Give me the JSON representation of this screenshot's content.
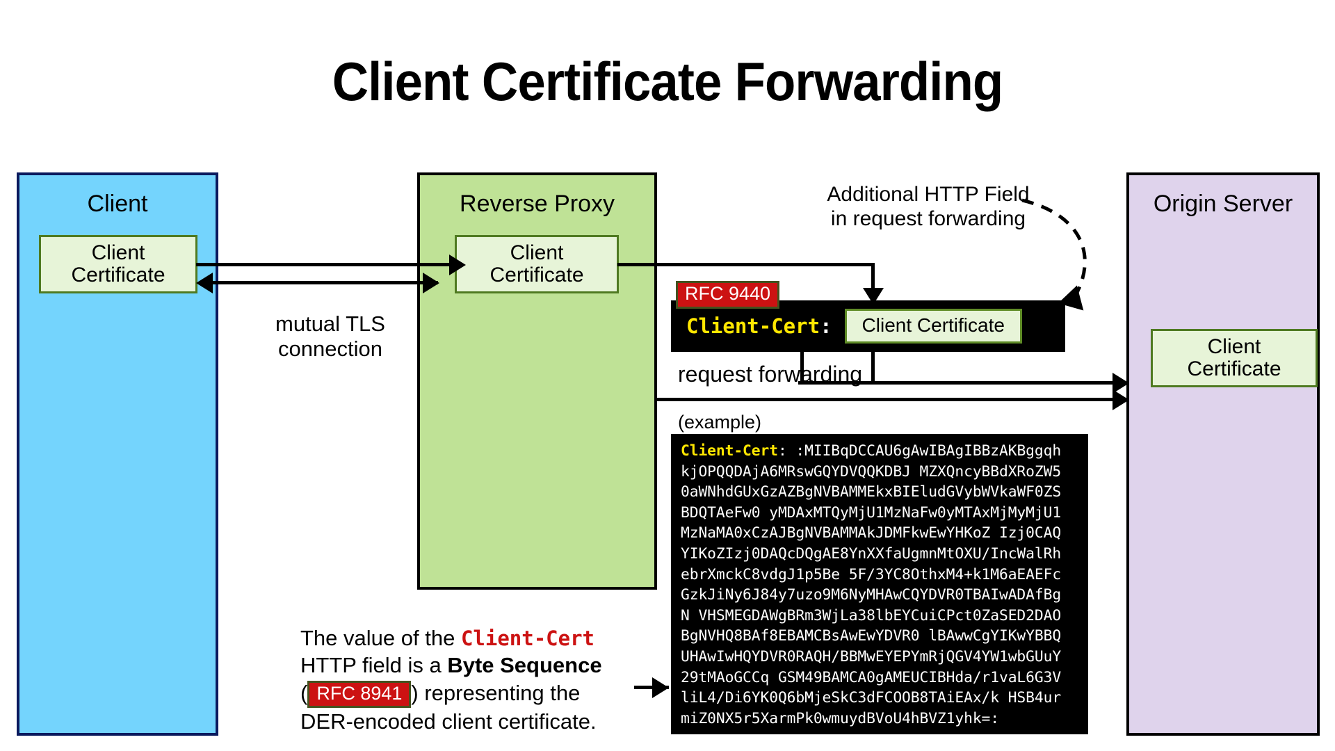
{
  "title": "Client Certificate Forwarding",
  "actors": {
    "client": {
      "title": "Client",
      "cert_label": "Client\nCertificate",
      "fill": "#74D4FD",
      "border": "#0B1A5E"
    },
    "proxy": {
      "title": "Reverse Proxy",
      "cert_label": "Client\nCertificate",
      "fill": "#BFE296",
      "border": "#000000"
    },
    "origin": {
      "title": "Origin Server",
      "cert_label": "Client\nCertificate",
      "fill": "#DFD3EC",
      "border": "#000000"
    }
  },
  "labels": {
    "mutual_tls": "mutual TLS\nconnection",
    "request_forwarding": "request forwarding",
    "example": "(example)",
    "additional_field": "Additional HTTP Field\nin request forwarding"
  },
  "header_box": {
    "rfc_badge": "RFC 9440",
    "field_name": "Client-Cert",
    "colon": ":",
    "value_chip": "Client Certificate",
    "field_name_color": "#FFE600",
    "background": "#000000"
  },
  "example_block": {
    "field_name": "Client-Cert",
    "colon": ":",
    "lines": [
      " :MIIBqDCCAU6gAwIBAgIBBzAKBggqh",
      "kjOPQQDAjA6MRswGQYDVQQKDBJ MZXQncyBBdXRoZW5",
      "0aWNhdGUxGzAZBgNVBAMMEkxBIEludGVybWVkaWF0ZS",
      "BDQTAeFw0 yMDAxMTQyMjU1MzNaFw0yMTAxMjMyMjU1",
      "MzNaMA0xCzAJBgNVBAMMAkJDMFkwEwYHKoZ Izj0CAQ",
      "YIKoZIzj0DAQcDQgAE8YnXXfaUgmnMtOXU/IncWalRh",
      "ebrXmckC8vdgJ1p5Be 5F/3YC8OthxM4+k1M6aEAEFc",
      "GzkJiNy6J84y7uzo9M6NyMHAwCQYDVR0TBAIwADAfBg",
      "N VHSMEGDAWgBRm3WjLa38lbEYCuiCPct0ZaSED2DAO",
      "BgNVHQ8BAf8EBAMCBsAwEwYDVR0 lBAwwCgYIKwYBBQ",
      "UHAwIwHQYDVR0RAQH/BBMwEYEPYmRjQGV4YW1wbGUuY",
      "29tMAoGCCq GSM49BAMCA0gAMEUCIBHda/r1vaL6G3V",
      "liL4/Di6YK0Q6bMjeSkC3dFCOOB8TAiEAx/k HSB4ur",
      "miZ0NX5r5XarmPk0wmuydBVoU4hBVZ1yhk=:"
    ]
  },
  "explanation": {
    "part1": "The value of the ",
    "field_name": "Client-Cert",
    "part2": "HTTP field is a ",
    "emphasis": "Byte Sequence",
    "paren_open": "(",
    "rfc_badge": "RFC 8941",
    "paren_close": ") representing the",
    "part3": "DER-encoded client certificate."
  },
  "colors": {
    "accent_red": "#CC1212",
    "yellow": "#FFE600",
    "cert_green_fill": "#E7F4D8",
    "cert_green_border": "#4F7A21"
  }
}
